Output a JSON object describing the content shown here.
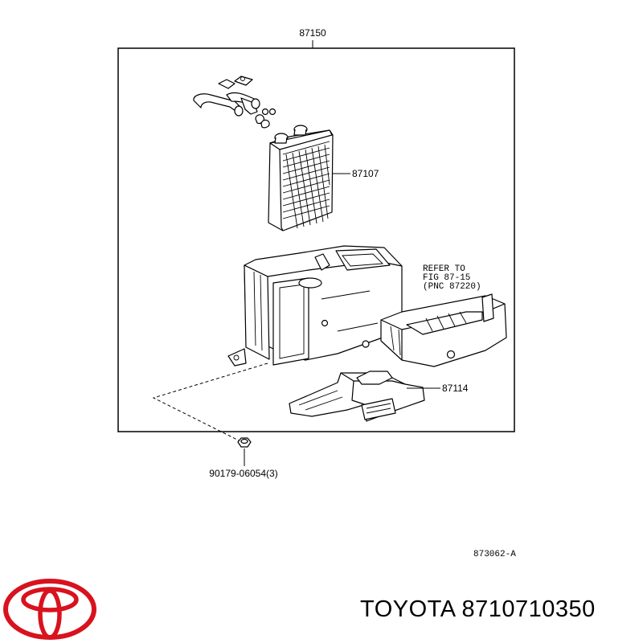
{
  "diagram": {
    "assembly_label": "87150",
    "parts": [
      {
        "label": "87107"
      },
      {
        "label": "87114"
      },
      {
        "label": "90179-06054(3)"
      }
    ],
    "refer_note": [
      "REFER TO",
      "FIG 87-15",
      "(PNC 87220)"
    ],
    "figure_code": "873062-A"
  },
  "footer": {
    "brand": "TOYOTA",
    "part_number": "8710710350",
    "logo": "toyota-logo",
    "brand_color": "#d8121e"
  }
}
